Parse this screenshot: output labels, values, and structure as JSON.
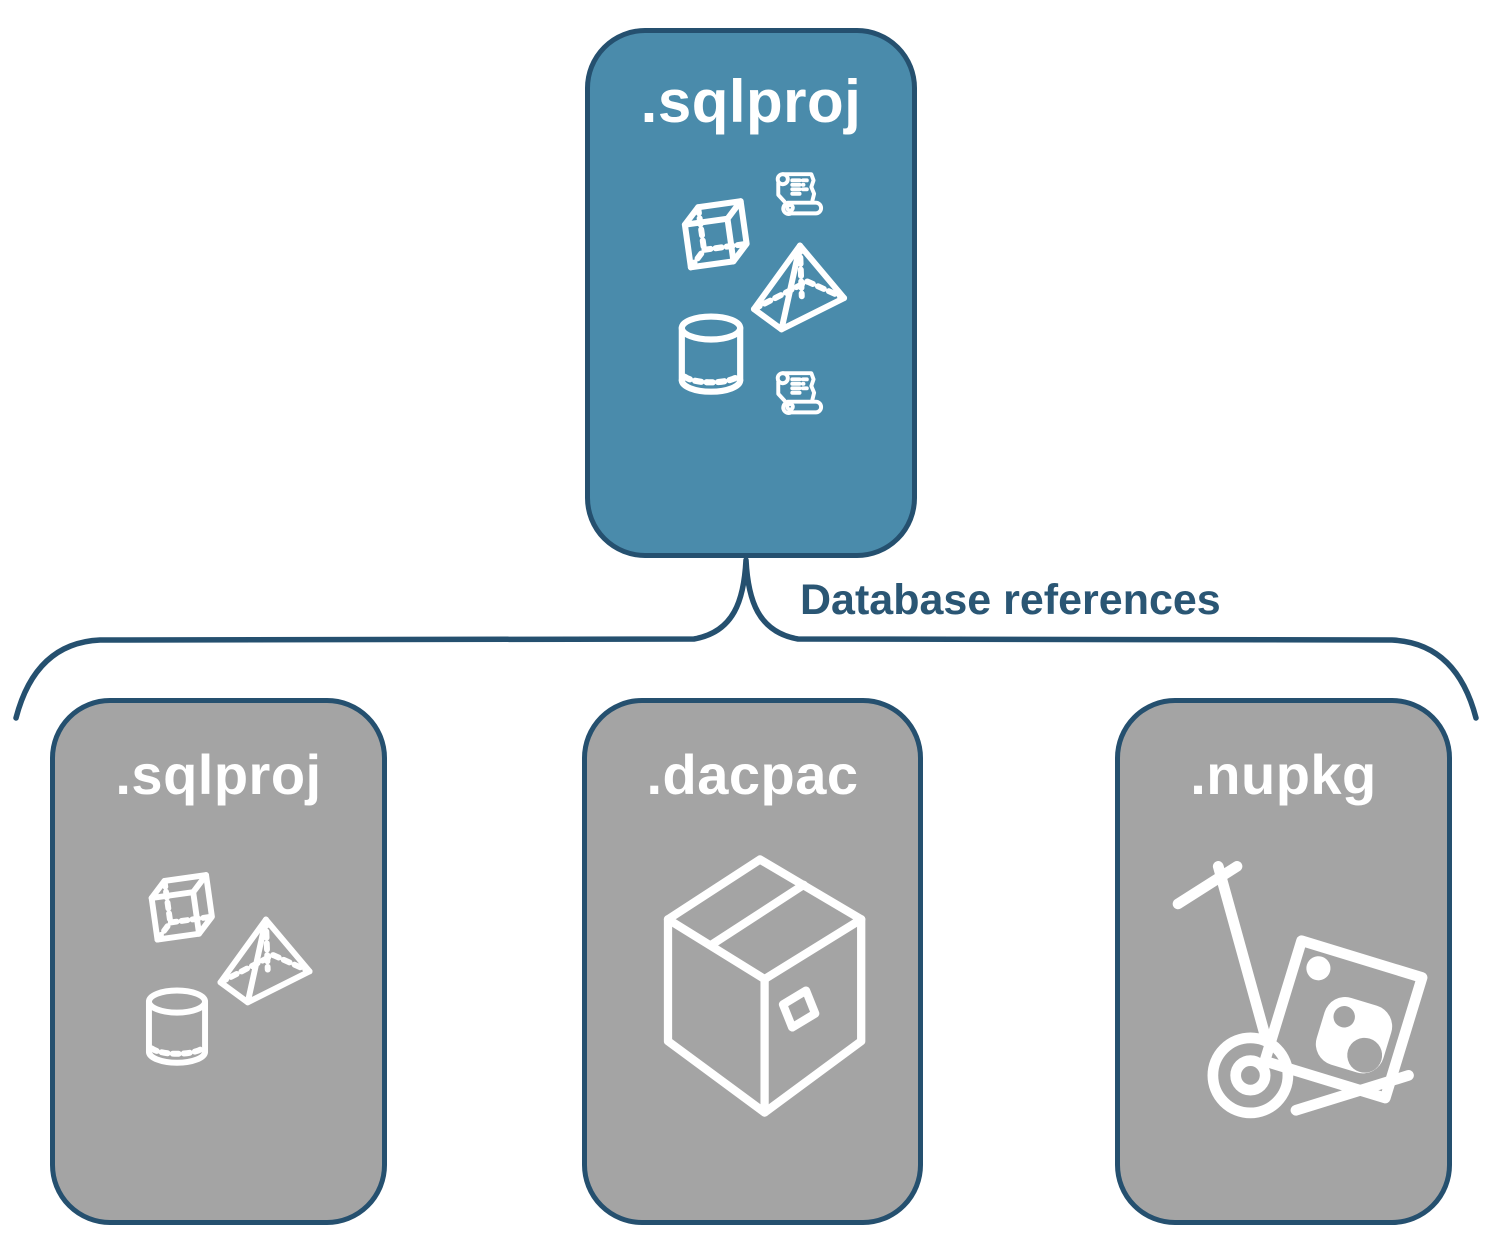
{
  "diagram": {
    "title_context": "SQL project database references diagram",
    "root": {
      "label": ".sqlproj",
      "icons": [
        "scroll-script-icon",
        "cube-icon",
        "pyramid-icon",
        "database-cylinder-icon",
        "scroll-script-icon"
      ]
    },
    "connector": {
      "label": "Database references",
      "shape": "upward-curly-brace"
    },
    "children": [
      {
        "label": ".sqlproj",
        "icons": [
          "cube-icon",
          "pyramid-icon",
          "database-cylinder-icon"
        ]
      },
      {
        "label": ".dacpac",
        "icons": [
          "package-box-icon"
        ]
      },
      {
        "label": ".nupkg",
        "icons": [
          "nuget-handtruck-icon"
        ]
      }
    ],
    "colors": {
      "root_fill": "#4A8BAB",
      "child_fill": "#A4A4A4",
      "line": "#25506F",
      "label_text": "#2A5674",
      "icon_stroke": "#ffffff",
      "background": "#ffffff"
    }
  }
}
